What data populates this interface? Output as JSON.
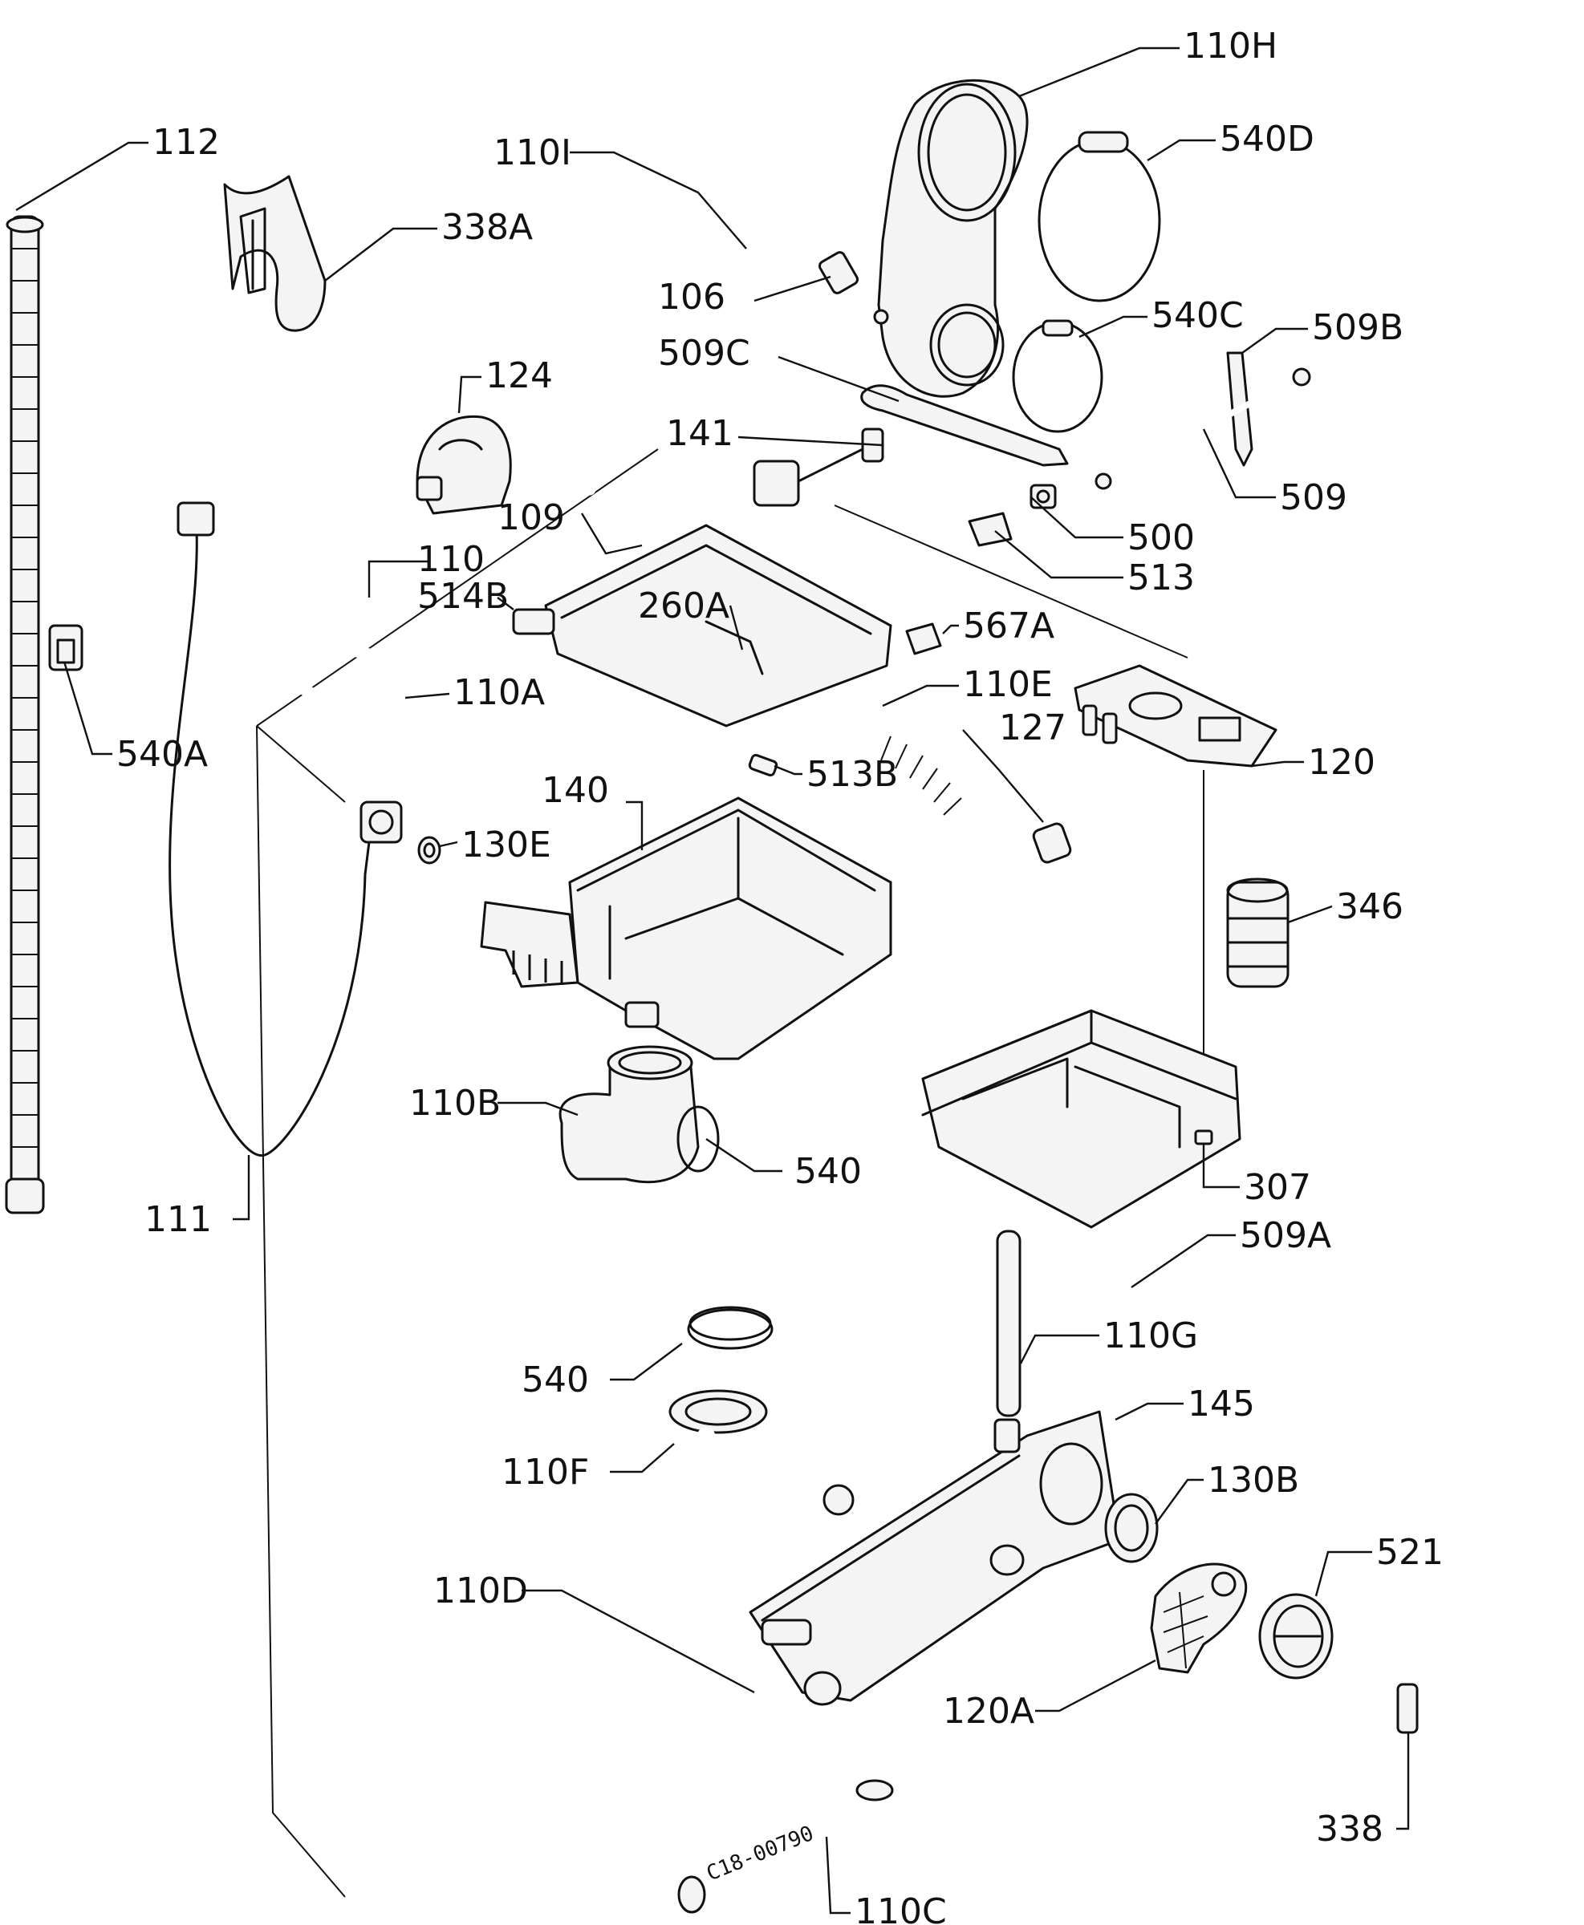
{
  "diagram": {
    "parts": [
      {
        "id": "110H",
        "label": "110H"
      },
      {
        "id": "540D",
        "label": "540D"
      },
      {
        "id": "112",
        "label": "112"
      },
      {
        "id": "110I",
        "label": "110I"
      },
      {
        "id": "338A",
        "label": "338A"
      },
      {
        "id": "106",
        "label": "106"
      },
      {
        "id": "540C",
        "label": "540C"
      },
      {
        "id": "509B",
        "label": "509B"
      },
      {
        "id": "509C",
        "label": "509C"
      },
      {
        "id": "124",
        "label": "124"
      },
      {
        "id": "141",
        "label": "141"
      },
      {
        "id": "509",
        "label": "509"
      },
      {
        "id": "109",
        "label": "109"
      },
      {
        "id": "500",
        "label": "500"
      },
      {
        "id": "110",
        "label": "110"
      },
      {
        "id": "513",
        "label": "513"
      },
      {
        "id": "514B",
        "label": "514B"
      },
      {
        "id": "260A",
        "label": "260A"
      },
      {
        "id": "567A",
        "label": "567A"
      },
      {
        "id": "110E",
        "label": "110E"
      },
      {
        "id": "110A",
        "label": "110A"
      },
      {
        "id": "127",
        "label": "127"
      },
      {
        "id": "540A",
        "label": "540A"
      },
      {
        "id": "120",
        "label": "120"
      },
      {
        "id": "140",
        "label": "140"
      },
      {
        "id": "513B",
        "label": "513B"
      },
      {
        "id": "130E",
        "label": "130E"
      },
      {
        "id": "346",
        "label": "346"
      },
      {
        "id": "110B",
        "label": "110B"
      },
      {
        "id": "540-upper",
        "label": "540"
      },
      {
        "id": "307",
        "label": "307"
      },
      {
        "id": "111",
        "label": "111"
      },
      {
        "id": "509A",
        "label": "509A"
      },
      {
        "id": "540-lower",
        "label": "540"
      },
      {
        "id": "110G",
        "label": "110G"
      },
      {
        "id": "145",
        "label": "145"
      },
      {
        "id": "110F",
        "label": "110F"
      },
      {
        "id": "130B",
        "label": "130B"
      },
      {
        "id": "521",
        "label": "521"
      },
      {
        "id": "110D",
        "label": "110D"
      },
      {
        "id": "120A",
        "label": "120A"
      },
      {
        "id": "338",
        "label": "338"
      },
      {
        "id": "110C",
        "label": "110C"
      }
    ],
    "drawing_code": "C18-00790"
  }
}
